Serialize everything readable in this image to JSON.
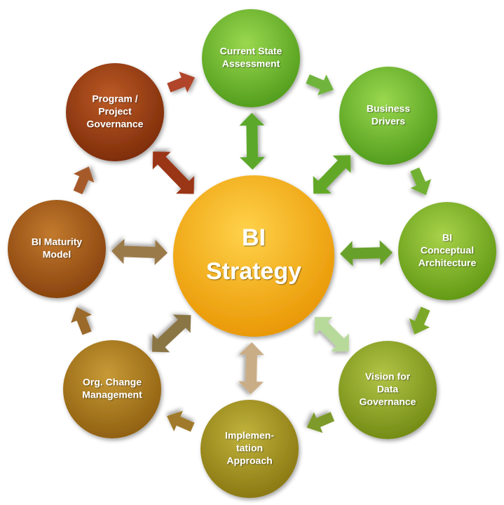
{
  "center": {
    "lines": [
      "BI",
      "Strategy"
    ],
    "color_light": "#ffd24a",
    "color_dark": "#e89400"
  },
  "nodes": [
    {
      "id": "current-state-assessment",
      "lines": [
        "Current State",
        "Assessment"
      ],
      "color_light": "#9ad84f",
      "color_dark": "#4e9a1a"
    },
    {
      "id": "business-drivers",
      "lines": [
        "Business",
        "Drivers"
      ],
      "color_light": "#9ad84f",
      "color_dark": "#4e9a1a"
    },
    {
      "id": "bi-conceptual-architecture",
      "lines": [
        "BI",
        "Conceptual",
        "Architecture"
      ],
      "color_light": "#a8d24a",
      "color_dark": "#5e9612"
    },
    {
      "id": "vision-for-data-governance",
      "lines": [
        "Vision for",
        "Data",
        "Governance"
      ],
      "color_light": "#b2c446",
      "color_dark": "#6f8812"
    },
    {
      "id": "implementation-approach",
      "lines": [
        "Implemen-",
        "tation",
        "Approach"
      ],
      "color_light": "#c0b33c",
      "color_dark": "#877510"
    },
    {
      "id": "org-change-management",
      "lines": [
        "Org. Change",
        "Management"
      ],
      "color_light": "#c79a36",
      "color_dark": "#8d5d0e"
    },
    {
      "id": "bi-maturity-model",
      "lines": [
        "BI Maturity",
        "Model"
      ],
      "color_light": "#c27a2e",
      "color_dark": "#86400c"
    },
    {
      "id": "program-project-governance",
      "lines": [
        "Program /",
        "Project",
        "Governance"
      ],
      "color_light": "#bc5a26",
      "color_dark": "#7a2a08"
    }
  ],
  "connector_colors": {
    "current-state-assessment": "#5ca82a",
    "business-drivers": "#62a826",
    "bi-conceptual-architecture": "#67a12c",
    "vision-for-data-governance": "#b7d99a",
    "implementation-approach": "#c9ad86",
    "org-change-management": "#8a7444",
    "bi-maturity-model": "#9b7a4a",
    "program-project-governance": "#9a3412"
  },
  "flow_colors": [
    "#6fb43c",
    "#72b030",
    "#7ba82c",
    "#7d9a2c",
    "#a07a2a",
    "#9b6a2a",
    "#a65a2a",
    "#b0442a"
  ]
}
